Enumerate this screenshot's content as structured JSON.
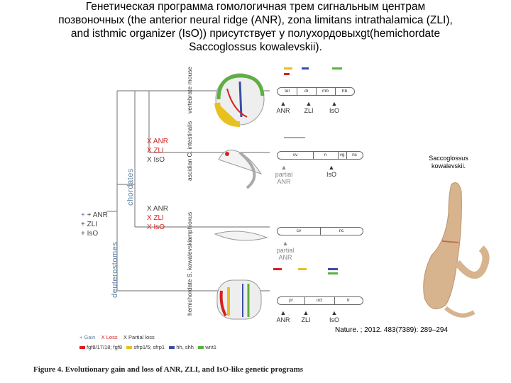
{
  "title": {
    "line1": "Генетическая программа гомологичная трем сигнальным центрам",
    "line2": "позвоночных (the anterior neural ridge (ANR), zona limitans intrathalamica (ZLI),",
    "line3": "and isthmic organizer (IsO)) присутствует у полухордовыхgt(hemichordate",
    "line4": "Saccoglossus kowalevskii)."
  },
  "tree": {
    "deuterostomes": "deuterostomes",
    "chordates": "chordates",
    "root_marks": [
      "+ ANR",
      "+ ZLI",
      "+ IsO"
    ]
  },
  "taxa": [
    {
      "label": "vertebrate mouse",
      "segments": [
        "tel",
        "di",
        "mb",
        "hb"
      ],
      "markers": [
        "ANR",
        "ZLI",
        "IsO"
      ],
      "loss": []
    },
    {
      "label": "ascidian C. intestinalis",
      "segments": [
        "sv",
        "n",
        "vg",
        "nc"
      ],
      "markers": [
        "partial ANR",
        "IsO"
      ],
      "loss": [
        "X ANR",
        "X ZLI",
        "X IsO"
      ]
    },
    {
      "label": "amphioxus",
      "segments": [
        "cv",
        "nc"
      ],
      "markers": [
        "partial ANR"
      ],
      "loss": [
        "X ANR",
        "X ZLI",
        "X IsO"
      ]
    },
    {
      "label": "hemichordate S. kowalevskii",
      "segments": [
        "pr",
        "ocl",
        "tr"
      ],
      "markers": [
        "ANR",
        "ZLI",
        "IsO"
      ],
      "loss": []
    }
  ],
  "legend": {
    "gain": "+ Gain",
    "loss": "X Loss",
    "partial": "X Partial loss",
    "genes": [
      {
        "label": "fgf8/17/18; fgf8",
        "color": "#d62020"
      },
      {
        "label": "sfrp1/5; sfrp1",
        "color": "#e8c020"
      },
      {
        "label": "hh, shh",
        "color": "#3a4ea8"
      },
      {
        "label": "wnt1",
        "color": "#5cb040"
      }
    ]
  },
  "worm_caption": "Saccoglossus kowalevskii.",
  "citation": "Nature. ; 2012. 483(7389): 289–294",
  "figure_caption": "Figure 4. Evolutionary gain and loss of ANR, ZLI, and IsO-like genetic programs"
}
